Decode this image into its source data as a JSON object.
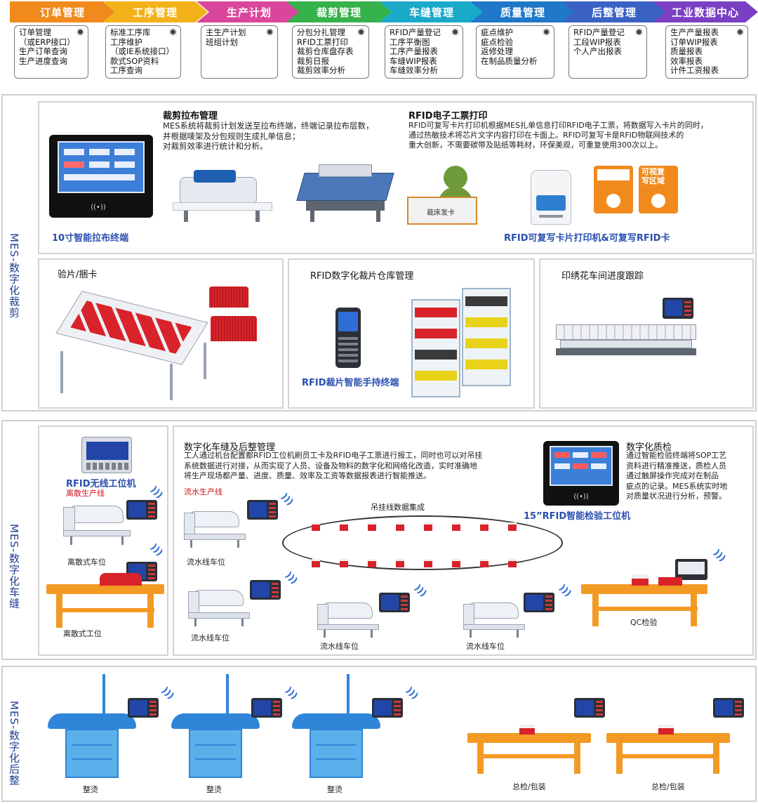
{
  "colors": {
    "order": "#f08a1c",
    "process": "#f3b21a",
    "plan": "#d9469c",
    "cut": "#35b24a",
    "sew": "#1aa9c9",
    "quality": "#1f78c8",
    "finish": "#3a62c4",
    "industry": "#7b3fc4",
    "label_blue": "#1f3f8f"
  },
  "modules": [
    {
      "title": "订单管理",
      "items": [
        "订单管理",
        "（或ERP接口）",
        "生产订单查询",
        "生产进度查询"
      ]
    },
    {
      "title": "工序管理",
      "items": [
        "标准工序库",
        "工序维护",
        "（或IE系统接口）",
        "款式SOP资料",
        "工序查询"
      ]
    },
    {
      "title": "生产计划",
      "items": [
        "主生产计划",
        "班组计划"
      ]
    },
    {
      "title": "裁剪管理",
      "items": [
        "分包分扎管理",
        "RFID工票打印",
        "裁剪仓库盘存表",
        "裁剪日报",
        "裁剪效率分析"
      ]
    },
    {
      "title": "车缝管理",
      "items": [
        "RFID产量登记",
        "工序平衡图",
        "工序产量报表",
        "车缝WIP报表",
        "车缝效率分析"
      ]
    },
    {
      "title": "质量管理",
      "items": [
        "疵点维护",
        "疵点检验",
        "返修处理",
        "在制品质量分析"
      ]
    },
    {
      "title": "后整管理",
      "items": [
        "RFID产量登记",
        "工段WIP报表",
        "个人产出报表"
      ]
    },
    {
      "title": "工业数据中心",
      "items": [
        "生产产量报表",
        "订单WIP报表",
        "质量报表",
        "效率报表",
        "计件工资报表"
      ]
    }
  ],
  "cutting": {
    "side_label": "MES-数字化裁剪",
    "spread_title": "裁剪拉布管理",
    "spread_text": [
      "MES系统将裁剪计划发送至拉布终端，终端记录拉布层数，",
      "并根据唛架及分包规则生成扎单信息；",
      "对裁剪效率进行统计和分析。"
    ],
    "terminal_caption": "10寸智能拉布终端",
    "rfid_title": "RFID电子工票打印",
    "rfid_text": [
      "RFID可复写卡片打印机根据MES扎单信息打印RFID电子工票，将数据写入卡片的同时，",
      "通过热敏技术将芯片文字内容打印在卡面上。RFID可复写卡是RFID物联网技术的",
      "重大创新，不需要碳带及贴纸等耗材，环保美观，可重复使用300次以上。"
    ],
    "desk_label": "裁床发卡",
    "card_label": [
      "可视复",
      "写区域"
    ],
    "printer_caption": "RFID可复写卡片打印机&可复写RFID卡",
    "inspect_title": "验片/捆卡",
    "warehouse_title": "RFID数字化裁片仓库管理",
    "handheld_caption": "RFID裁片智能手持终端",
    "embroidery_title": "印绣花车间进度跟踪"
  },
  "sewing": {
    "side_label": "MES-数字化车缝",
    "wireless_caption": "RFID无线工位机",
    "discrete_line": "离散生产线",
    "discrete_station": "离散式车位",
    "discrete_table": "离散式工位",
    "main_title": "数字化车缝及后整管理",
    "main_text": [
      "工人通过机台配置都RFID工位机刷员工卡及RFID电子工票进行报工，同时也可以对吊挂",
      "系统数据进行对接，从而实现了人员、设备及物料的数字化和网络化改造，实时准确地",
      "将生产现场都产量、进度、质量、效率及工资等数据报表进行智能推送。"
    ],
    "flow_line": "流水生产线",
    "hanging": "吊挂线数据集成",
    "flow_station": "流水线车位",
    "qc_title": "数字化质检",
    "qc_text": [
      "通过智能检验终端将SOP工艺",
      "资料进行精准推送，质检人员",
      "通过触屏操作完成对在制品",
      "疵点的记录。MES系统实时地",
      "对质量状况进行分析，预警。"
    ],
    "qc_terminal_caption": "15”RFID智能检验工位机",
    "qc_station": "QC检验"
  },
  "finishing": {
    "side_label": "MES-数字化后整",
    "ironing": "整烫",
    "packing": "总检/包装"
  }
}
